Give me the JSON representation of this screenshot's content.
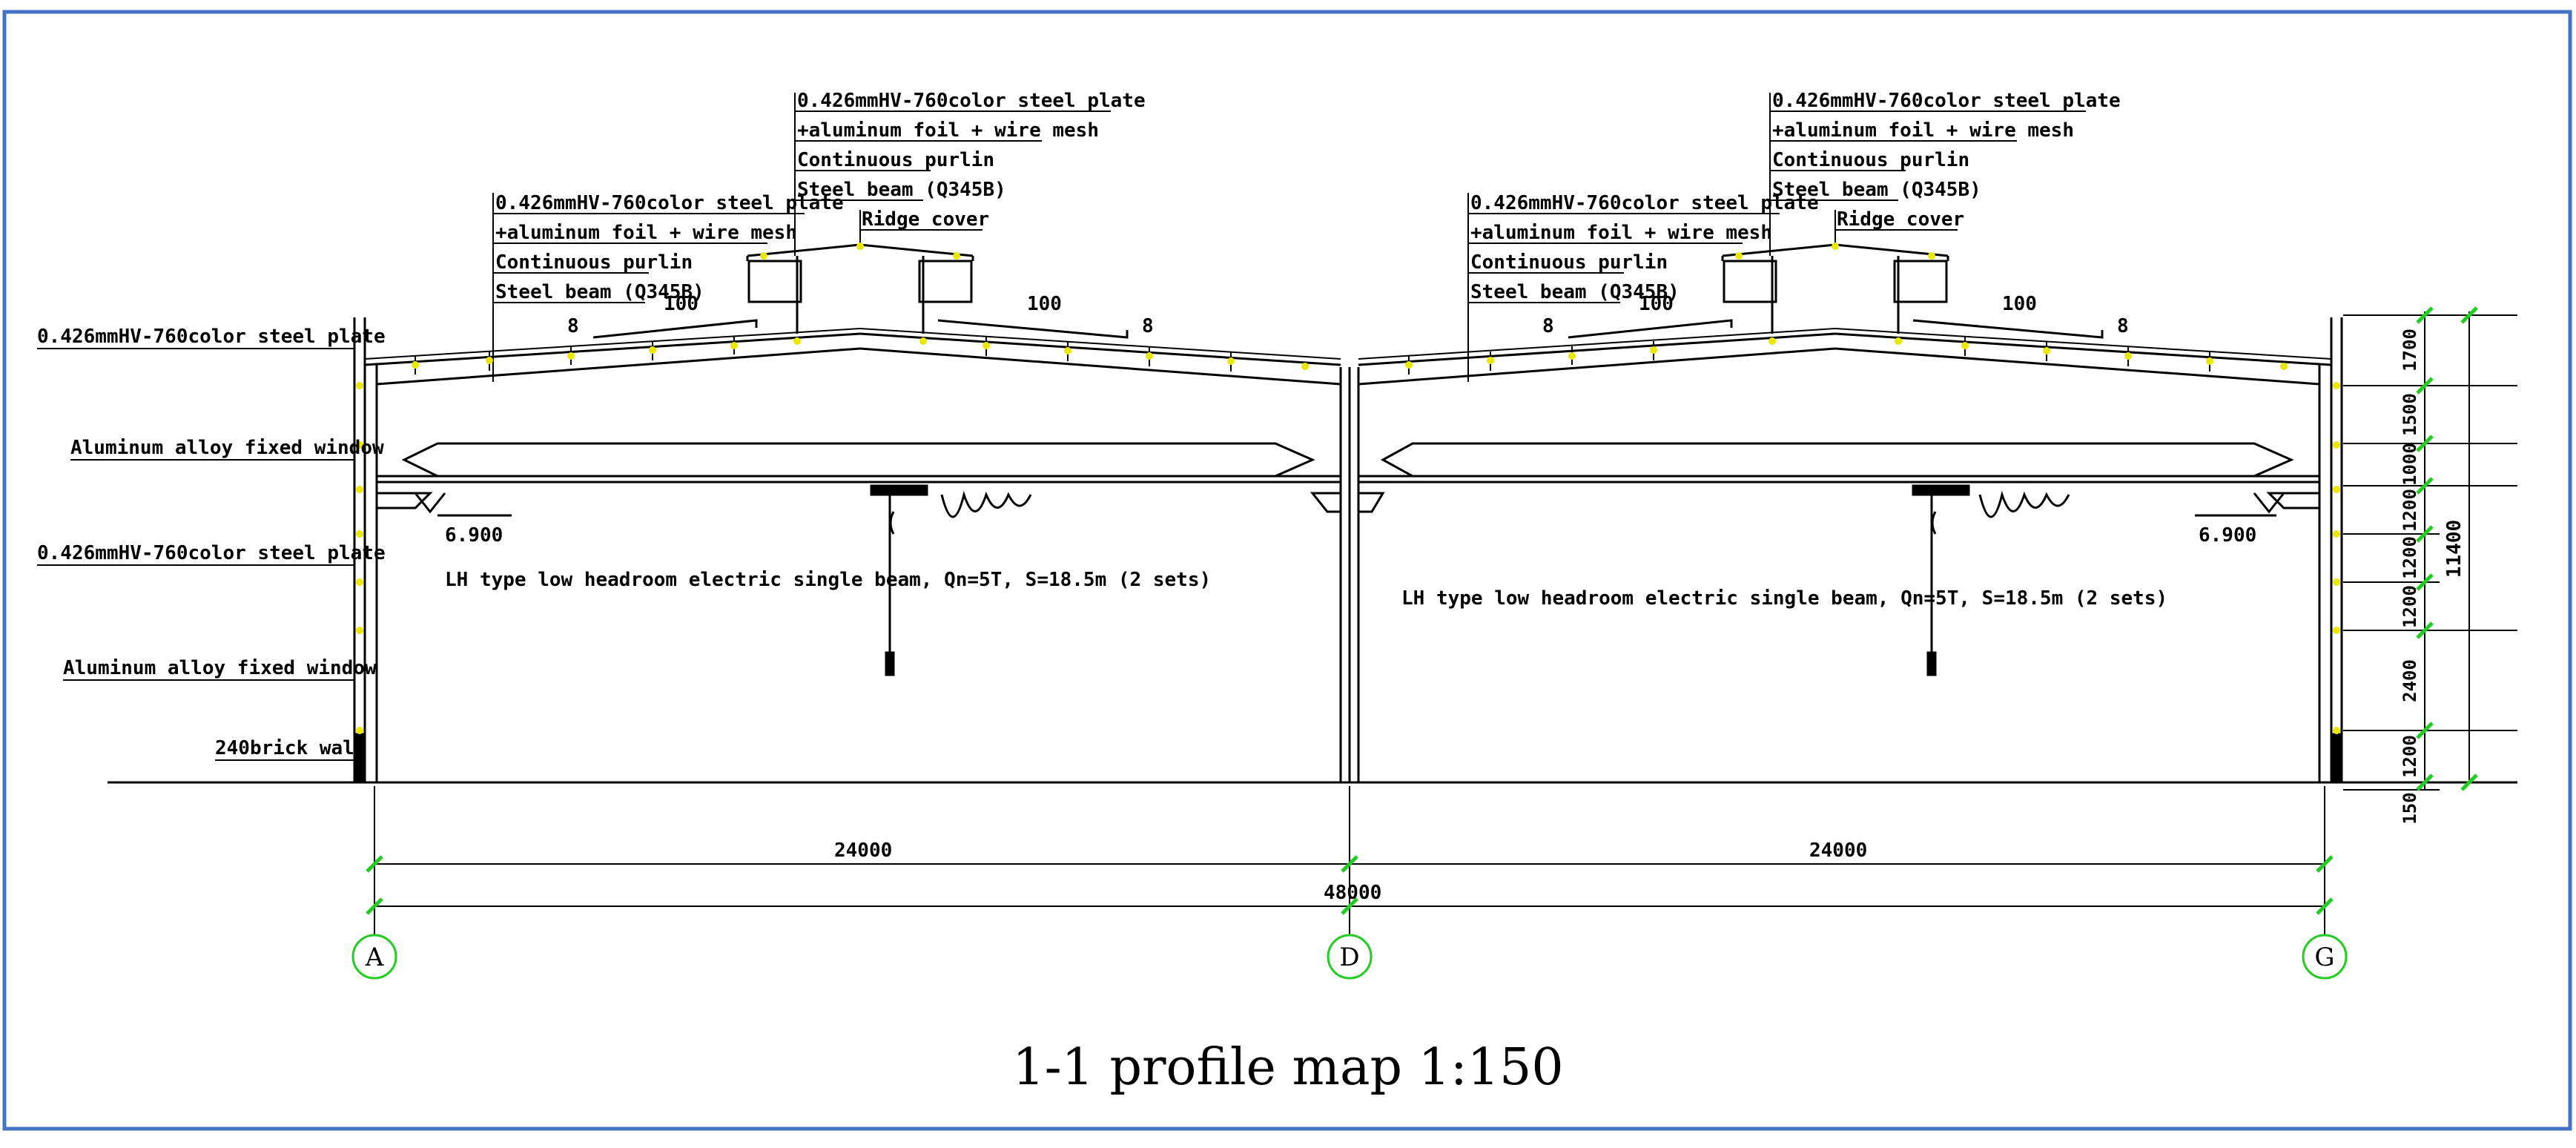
{
  "title": "1-1 profile map 1:150",
  "colors": {
    "frame": "#4472c4",
    "axis": "#22cc22",
    "node": "#e8e800",
    "line": "#000000"
  },
  "left_labels": {
    "roof": "0.426mmHV-760color steel plate",
    "window_upper": "Aluminum alloy fixed window",
    "wall": "0.426mmHV-760color steel plate",
    "window_lower": "Aluminum alloy fixed window",
    "brick": "240brick wall"
  },
  "roof_spec_left": {
    "line1": "0.426mmHV-760color steel plate",
    "line2": "+aluminum foil + wire mesh",
    "line3": "Continuous purlin",
    "line4": "Steel beam (Q345B)"
  },
  "ridge_spec_left": {
    "line1": "0.426mmHV-760color steel plate",
    "line2": "+aluminum foil + wire mesh",
    "line3": "Continuous purlin",
    "line4": "Steel beam (Q345B)",
    "line5": "Ridge cover"
  },
  "roof_spec_right": {
    "line1": "0.426mmHV-760color steel plate",
    "line2": "+aluminum foil + wire mesh",
    "line3": "Continuous purlin",
    "line4": "Steel beam (Q345B)"
  },
  "ridge_spec_right": {
    "line1": "0.426mmHV-760color steel plate",
    "line2": "+aluminum foil + wire mesh",
    "line3": "Continuous purlin",
    "line4": "Steel beam (Q345B)",
    "line5": "Ridge cover"
  },
  "slope": {
    "run": "100",
    "rise": "8"
  },
  "elevation": "6.900",
  "crane_label": "LH type low headroom electric single beam, Qn=5T, S=18.5m (2 sets)",
  "spans": {
    "left": "24000",
    "right": "24000",
    "total": "48000"
  },
  "axes": [
    "A",
    "D",
    "G"
  ],
  "vertical_dims": [
    "1700",
    "1500",
    "1000",
    "1200",
    "1200",
    "1200",
    "2400",
    "1200",
    "150"
  ],
  "vertical_total": "11400"
}
